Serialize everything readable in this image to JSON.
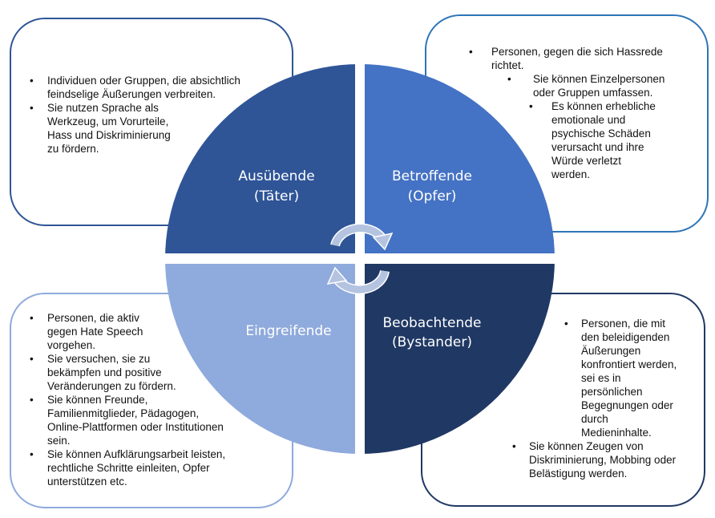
{
  "colors": {
    "taeter": "#2F5597",
    "opfer": "#4472C4",
    "eingreifende": "#8FAADC",
    "bystander": "#203864",
    "arrow": "#B4C3E0"
  },
  "quadrants": {
    "taeter": {
      "line1": "Ausübende",
      "line2": "(Täter)"
    },
    "opfer": {
      "line1": "Betroffende",
      "line2": "(Opfer)"
    },
    "eingreifende": {
      "line1": "Eingreifende"
    },
    "bystander": {
      "line1": "Beobachtende",
      "line2": "(Bystander)"
    }
  },
  "boxes": {
    "taeter": [
      "Individuen oder Gruppen, die absichtlich feindselige Äußerungen verbreiten.",
      "Sie nutzen Sprache als Werkzeug, um Vorurteile, Hass und Diskriminierung zu fördern."
    ],
    "opfer": [
      "Personen, gegen die sich Hassrede richtet.",
      "Sie können Einzelpersonen oder Gruppen umfassen.",
      "Es können erhebliche emotionale und psychische Schäden verursacht und ihre Würde verletzt werden."
    ],
    "eingreifende": [
      "Personen, die aktiv gegen Hate Speech vorgehen.",
      "Sie versuchen, sie zu bekämpfen und positive Veränderungen zu fördern.",
      "Sie können Freunde, Familienmitglieder, Pädagogen, Online-Plattformen oder Institutionen sein.",
      "Sie können Aufklärungsarbeit leisten, rechtliche Schritte einleiten, Opfer unterstützen etc."
    ],
    "bystander": [
      "Personen, die mit den beleidigenden Äußerungen konfrontiert werden, sei es in persönlichen Begegnungen oder durch Medieninhalte.",
      "Sie können Zeugen von Diskriminierung, Mobbing oder Belästigung werden."
    ]
  }
}
